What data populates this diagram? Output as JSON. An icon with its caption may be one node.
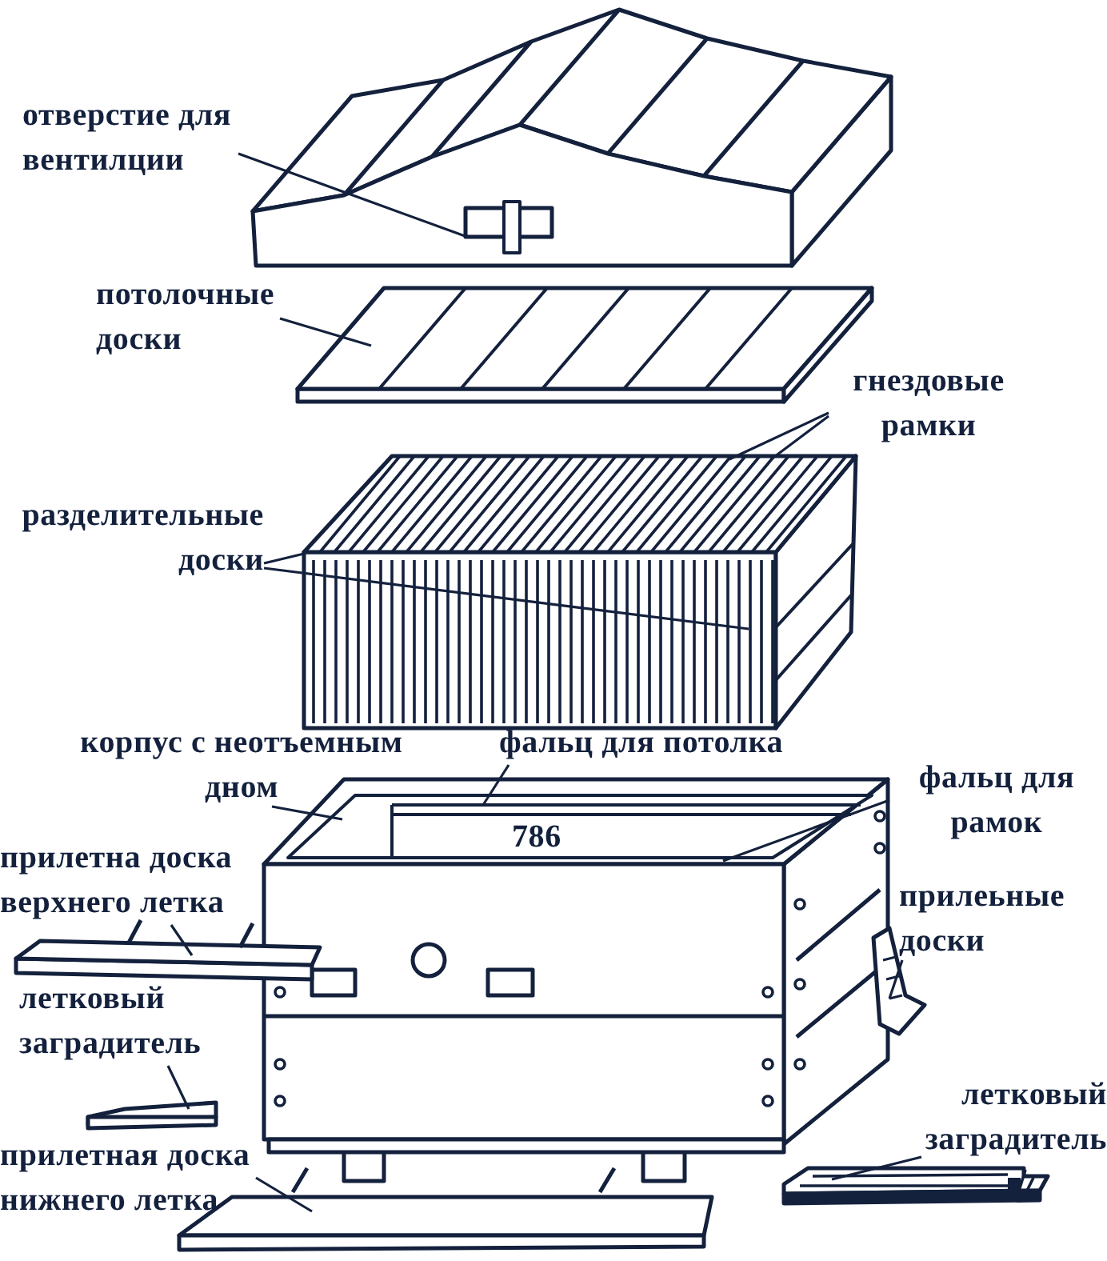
{
  "diagram": {
    "nodes": [
      {
        "text": [
          "отверстие для вентилции"
        ]
      },
      {
        "text": [],
        "shape": "picture"
      },
      {
        "text": [
          "потолочные доски"
        ]
      },
      {
        "text": [],
        "shape": "picture"
      },
      {
        "text": [
          "гнездовые рамки"
        ]
      },
      {
        "text": [
          "разделительные доски"
        ]
      },
      {
        "text": [],
        "shape": "picture"
      },
      {
        "text": [
          "корпус с неотъемным дном"
        ]
      },
      {
        "text": [
          "фальц для потолка"
        ]
      },
      {
        "text": [
          "фальц для рамок"
        ]
      },
      {
        "text": [],
        "shape": "picture",
        "beside": [
          "786"
        ]
      },
      {
        "text": [
          "прилетна доска верхнего летка"
        ]
      },
      {
        "text": [],
        "shape": "picture"
      },
      {
        "text": [
          "прилеьные доски"
        ]
      },
      {
        "text": [],
        "shape": "picture"
      },
      {
        "text": [
          "летковый заградитель"
        ]
      },
      {
        "text": [],
        "shape": "picture"
      },
      {
        "text": [
          "летковый заградитель"
        ]
      },
      {
        "text": [],
        "shape": "picture"
      },
      {
        "text": [
          "прилетная доска нижнего летка"
        ]
      },
      {
        "text": [],
        "shape": "picture"
      }
    ],
    "edges": [
      {
        "from": 0,
        "to": 1,
        "arrow": "none"
      },
      {
        "from": 2,
        "to": 3,
        "arrow": "none"
      },
      {
        "from": 4,
        "to": 6,
        "arrow": "none"
      },
      {
        "from": 4,
        "to": 6,
        "arrow": "none"
      },
      {
        "from": 5,
        "to": 6,
        "arrow": "none"
      },
      {
        "from": 5,
        "to": 6,
        "arrow": "none"
      },
      {
        "from": 7,
        "to": 10,
        "arrow": "none"
      },
      {
        "from": 8,
        "to": 10,
        "arrow": "none"
      },
      {
        "from": 9,
        "to": 10,
        "arrow": "none"
      },
      {
        "from": 11,
        "to": 12,
        "arrow": "none"
      },
      {
        "from": 13,
        "to": 14,
        "arrow": "none"
      },
      {
        "from": 15,
        "to": 16,
        "arrow": "none"
      },
      {
        "from": 17,
        "to": 18,
        "arrow": "none"
      },
      {
        "from": 19,
        "to": 20,
        "arrow": "none"
      }
    ]
  }
}
